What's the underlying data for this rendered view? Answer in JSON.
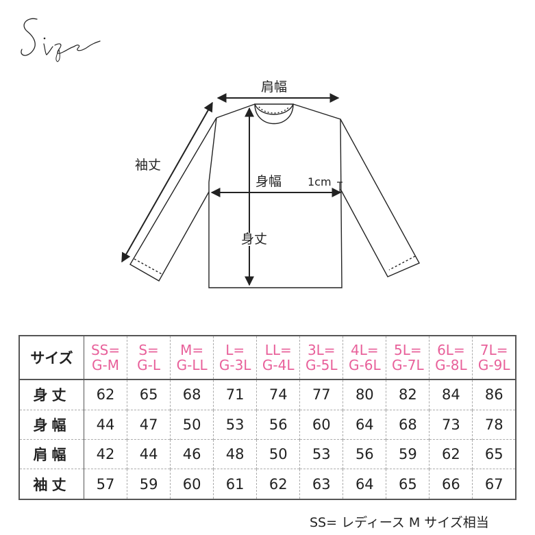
{
  "header": {
    "title_script": "Size"
  },
  "diagram": {
    "labels": {
      "shoulder": "肩幅",
      "sleeve": "袖丈",
      "chest": "身幅",
      "length": "身丈",
      "offset": "1cm"
    }
  },
  "table": {
    "corner": "サイズ",
    "sizes": [
      {
        "l1": "SS=",
        "l2": "G-M"
      },
      {
        "l1": "S=",
        "l2": "G-L"
      },
      {
        "l1": "M=",
        "l2": "G-LL"
      },
      {
        "l1": "L=",
        "l2": "G-3L"
      },
      {
        "l1": "LL=",
        "l2": "G-4L"
      },
      {
        "l1": "3L=",
        "l2": "G-5L"
      },
      {
        "l1": "4L=",
        "l2": "G-6L"
      },
      {
        "l1": "5L=",
        "l2": "G-7L"
      },
      {
        "l1": "6L=",
        "l2": "G-8L"
      },
      {
        "l1": "7L=",
        "l2": "G-9L"
      }
    ],
    "rows": [
      {
        "label": "身丈",
        "values": [
          "62",
          "65",
          "68",
          "71",
          "74",
          "77",
          "80",
          "82",
          "84",
          "86"
        ]
      },
      {
        "label": "身幅",
        "values": [
          "44",
          "47",
          "50",
          "53",
          "56",
          "60",
          "64",
          "68",
          "73",
          "78"
        ]
      },
      {
        "label": "肩幅",
        "values": [
          "42",
          "44",
          "46",
          "48",
          "50",
          "53",
          "56",
          "59",
          "62",
          "65"
        ]
      },
      {
        "label": "袖丈",
        "values": [
          "57",
          "59",
          "60",
          "61",
          "62",
          "63",
          "64",
          "65",
          "66",
          "67"
        ]
      }
    ]
  },
  "footnote": "SS= レディース M サイズ相当",
  "colors": {
    "accent": "#e8609a",
    "line": "#222222"
  }
}
